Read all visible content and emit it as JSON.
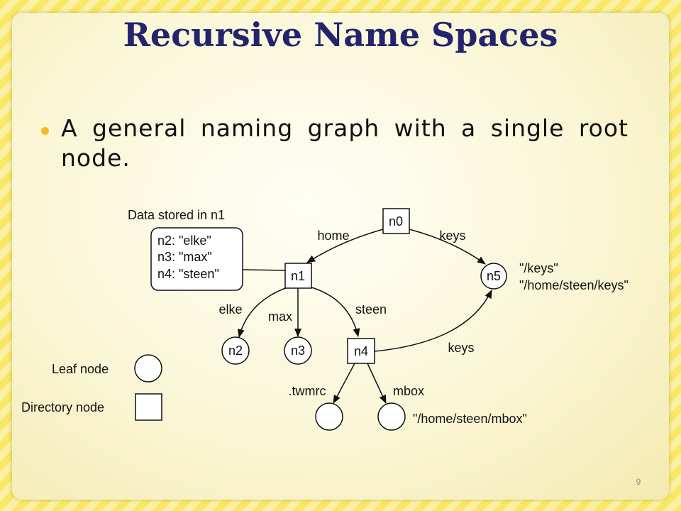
{
  "slide": {
    "title": "Recursive Name Spaces",
    "bullet": "A general naming graph with a single root node.",
    "page_number": "9"
  },
  "diagram": {
    "nodes": {
      "n0": "n0",
      "n1": "n1",
      "n2": "n2",
      "n3": "n3",
      "n4": "n4",
      "n5": "n5"
    },
    "edges": {
      "home": "home",
      "keys_top": "keys",
      "elke": "elke",
      "max": "max",
      "steen": "steen",
      "keys_n4": "keys",
      "twmrc": ".twmrc",
      "mbox": "mbox"
    },
    "data_box": {
      "caption": "Data stored in n1",
      "lines": [
        "n2: \"elke\"",
        "n3: \"max\"",
        "n4: \"steen\""
      ]
    },
    "n5_names": [
      "\"/keys\"",
      "\"/home/steen/keys\""
    ],
    "mbox_name": "\"/home/steen/mbox\"",
    "legend": {
      "leaf": "Leaf node",
      "directory": "Directory node"
    }
  }
}
